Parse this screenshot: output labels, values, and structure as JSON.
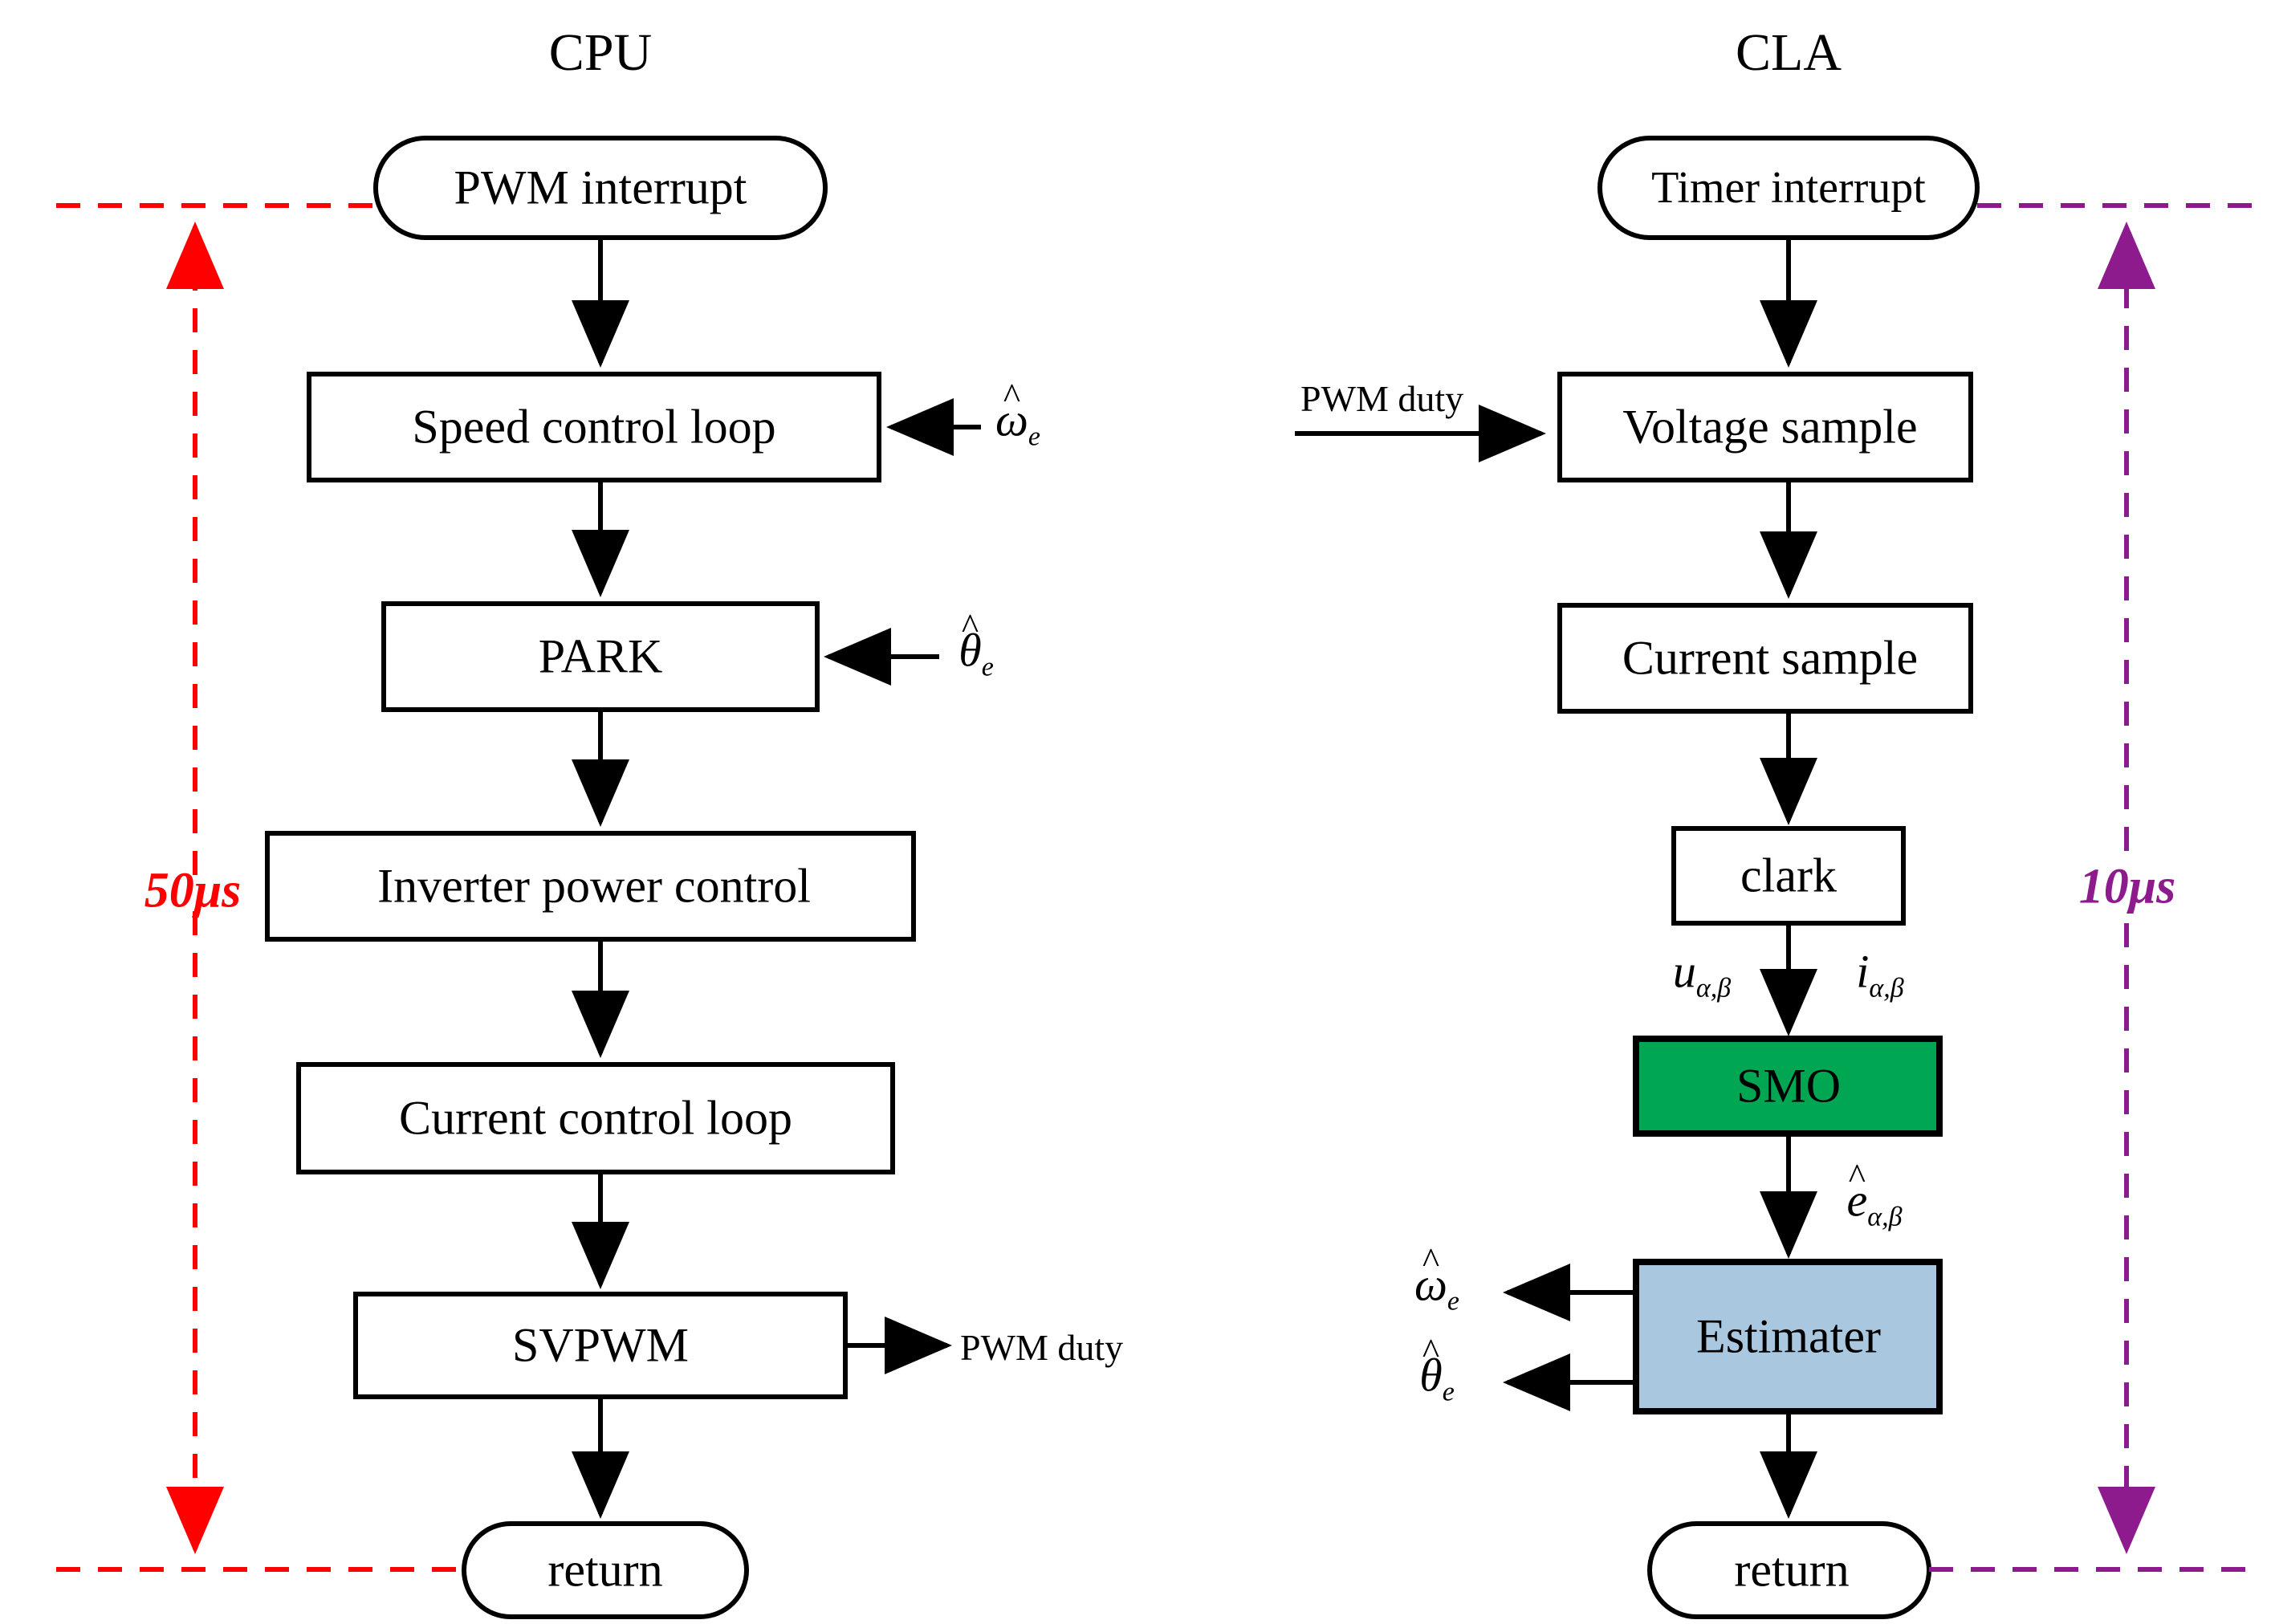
{
  "diagram": {
    "title_cpu": "CPU",
    "title_cla": "CLA",
    "columns": [
      {
        "name": "CPU",
        "period_label": "50μs",
        "period_color": "#ff0000",
        "nodes": [
          {
            "id": "pwm-interrupt",
            "label": "PWM interrupt",
            "shape": "rounded",
            "fill": "#ffffff"
          },
          {
            "id": "speed-control-loop",
            "label": "Speed control loop",
            "shape": "rect",
            "fill": "#ffffff"
          },
          {
            "id": "park",
            "label": "PARK",
            "shape": "rect",
            "fill": "#ffffff"
          },
          {
            "id": "inverter-power-control",
            "label": "Inverter power control",
            "shape": "rect",
            "fill": "#ffffff"
          },
          {
            "id": "current-control-loop",
            "label": "Current control loop",
            "shape": "rect",
            "fill": "#ffffff"
          },
          {
            "id": "svpwm",
            "label": "SVPWM",
            "shape": "rect",
            "fill": "#ffffff"
          },
          {
            "id": "return-cpu",
            "label": "return",
            "shape": "rounded",
            "fill": "#ffffff"
          }
        ],
        "input_signals": [
          {
            "target": "speed-control-loop",
            "symbol": "ω",
            "hat": true,
            "sub": "e"
          },
          {
            "target": "park",
            "symbol": "θ",
            "hat": true,
            "sub": "e"
          }
        ],
        "output_signals": [
          {
            "source": "svpwm",
            "label": "PWM duty"
          }
        ]
      },
      {
        "name": "CLA",
        "period_label": "10μs",
        "period_color": "#8e1b8e",
        "nodes": [
          {
            "id": "timer-interrupt",
            "label": "Timer interrupt",
            "shape": "rounded",
            "fill": "#ffffff"
          },
          {
            "id": "voltage-sample",
            "label": "Voltage sample",
            "shape": "rect",
            "fill": "#ffffff"
          },
          {
            "id": "current-sample",
            "label": "Current sample",
            "shape": "rect",
            "fill": "#ffffff"
          },
          {
            "id": "clark",
            "label": "clark",
            "shape": "rect",
            "fill": "#ffffff"
          },
          {
            "id": "smo",
            "label": "SMO",
            "shape": "rect",
            "fill": "#00a651"
          },
          {
            "id": "estimater",
            "label": "Estimater",
            "shape": "rect",
            "fill": "#aac7e0"
          },
          {
            "id": "return-cla",
            "label": "return",
            "shape": "rounded",
            "fill": "#ffffff"
          }
        ],
        "input_signals": [
          {
            "target": "voltage-sample",
            "label": "PWM duty"
          }
        ],
        "edge_labels": [
          {
            "edge": "clark-to-smo",
            "left": {
              "symbol": "u",
              "sub": "α,β"
            },
            "right": {
              "symbol": "i",
              "sub": "α,β"
            }
          },
          {
            "edge": "smo-to-estimater",
            "right": {
              "symbol": "e",
              "hat": true,
              "sub": "α,β"
            }
          }
        ],
        "output_signals": [
          {
            "source": "estimater",
            "symbol": "ω",
            "hat": true,
            "sub": "e"
          },
          {
            "source": "estimater",
            "symbol": "θ",
            "hat": true,
            "sub": "e"
          }
        ]
      }
    ],
    "colors": {
      "stroke": "#000000",
      "background": "#ffffff",
      "smo_fill": "#00a651",
      "estimater_fill": "#aac7e0",
      "cpu_timing": "#ff0000",
      "cla_timing": "#8e1b8e"
    }
  }
}
